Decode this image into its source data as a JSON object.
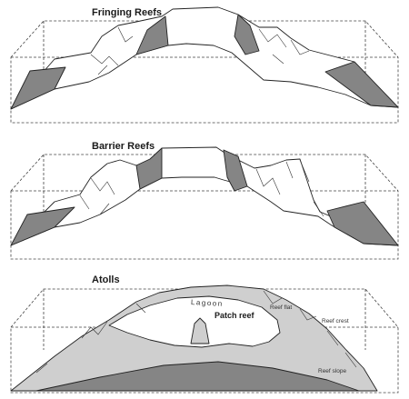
{
  "fringing": {
    "title": "Fringing Reefs"
  },
  "barrier": {
    "title": "Barrier Reefs"
  },
  "atolls": {
    "title": "Atolls",
    "labels": {
      "lagoon": "Lagoon",
      "patch_reef": "Patch reef",
      "reef_flat": "Reef flat",
      "reef_crest": "Reef crest",
      "reef_slope": "Reef slope"
    }
  },
  "colors": {
    "dark_slope": "#858585",
    "light_slope": "#cfcfcf",
    "stroke": "#222222"
  }
}
